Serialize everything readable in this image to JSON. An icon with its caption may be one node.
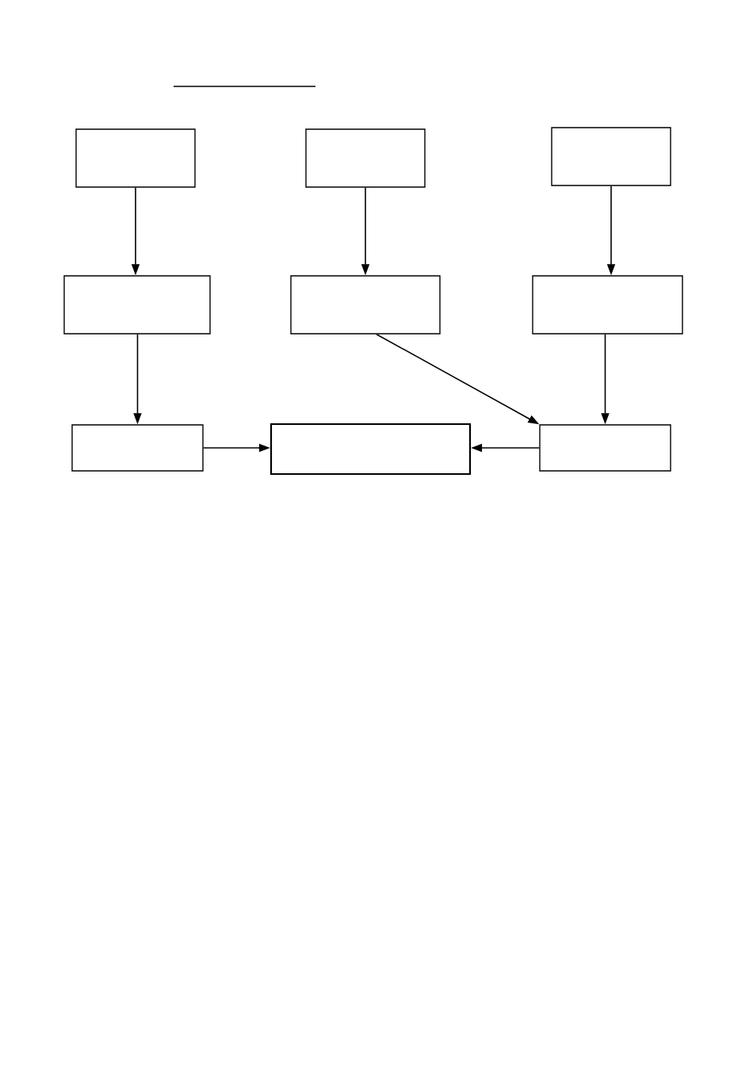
{
  "diagram": {
    "nodes": [
      {
        "text": [],
        "shape": "box"
      },
      {
        "text": [],
        "shape": "box"
      },
      {
        "text": [],
        "shape": "box"
      },
      {
        "text": [],
        "shape": "box"
      },
      {
        "text": [],
        "shape": "box"
      },
      {
        "text": [],
        "shape": "box"
      },
      {
        "text": [],
        "shape": "box"
      },
      {
        "text": [],
        "shape": "box"
      },
      {
        "text": [],
        "shape": "box"
      }
    ],
    "edges": [
      {
        "from": 0,
        "to": 3,
        "arrow": "to"
      },
      {
        "from": 1,
        "to": 4,
        "arrow": "to"
      },
      {
        "from": 2,
        "to": 5,
        "arrow": "to"
      },
      {
        "from": 3,
        "to": 6,
        "arrow": "to"
      },
      {
        "from": 4,
        "to": 8,
        "arrow": "to"
      },
      {
        "from": 5,
        "to": 8,
        "arrow": "to"
      },
      {
        "from": 6,
        "to": 7,
        "arrow": "to"
      },
      {
        "from": 8,
        "to": 7,
        "arrow": "to"
      }
    ]
  }
}
